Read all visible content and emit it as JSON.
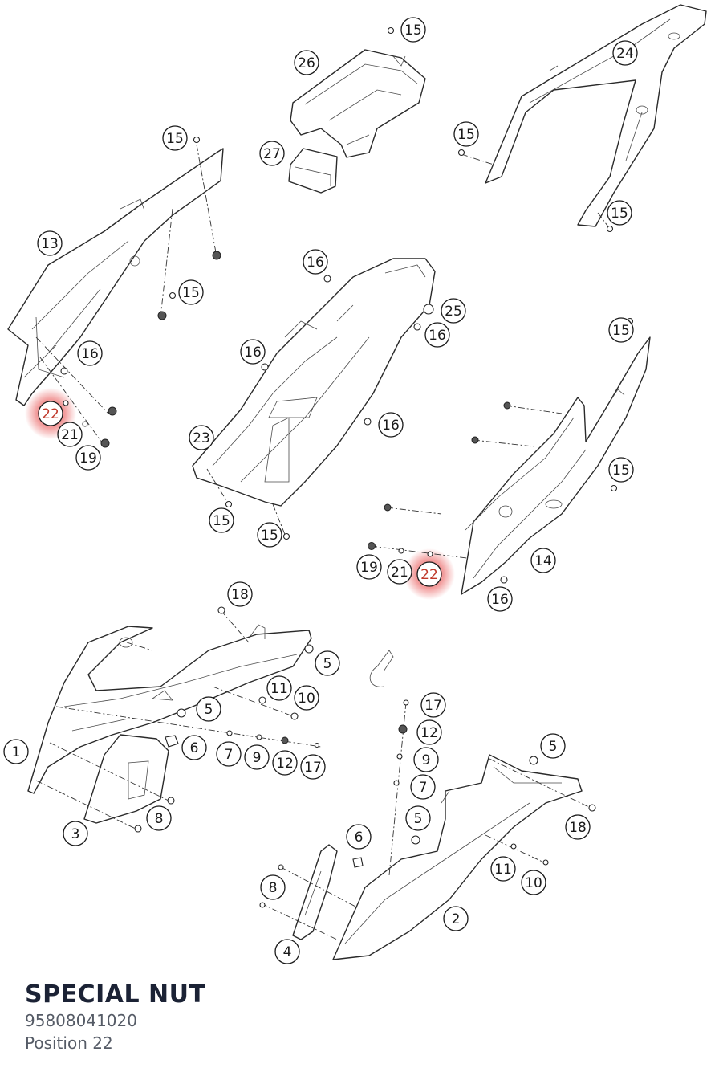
{
  "part": {
    "name": "SPECIAL NUT",
    "number": "95808041020",
    "position_label": "Position",
    "position_value": "22"
  },
  "highlight_color": "#e74c4c",
  "callouts": [
    {
      "label": "15"
    },
    {
      "label": "26"
    },
    {
      "label": "27"
    },
    {
      "label": "24"
    },
    {
      "label": "15"
    },
    {
      "label": "15"
    },
    {
      "label": "15"
    },
    {
      "label": "13"
    },
    {
      "label": "15"
    },
    {
      "label": "16"
    },
    {
      "label": "25"
    },
    {
      "label": "16"
    },
    {
      "label": "16"
    },
    {
      "label": "22",
      "highlighted": true
    },
    {
      "label": "21"
    },
    {
      "label": "19"
    },
    {
      "label": "16"
    },
    {
      "label": "15"
    },
    {
      "label": "16"
    },
    {
      "label": "23"
    },
    {
      "label": "15"
    },
    {
      "label": "15"
    },
    {
      "label": "15"
    },
    {
      "label": "14"
    },
    {
      "label": "19"
    },
    {
      "label": "21"
    },
    {
      "label": "22",
      "highlighted": true
    },
    {
      "label": "16"
    },
    {
      "label": "18"
    },
    {
      "label": "5"
    },
    {
      "label": "11"
    },
    {
      "label": "10"
    },
    {
      "label": "5"
    },
    {
      "label": "1"
    },
    {
      "label": "6"
    },
    {
      "label": "7"
    },
    {
      "label": "9"
    },
    {
      "label": "12"
    },
    {
      "label": "17"
    },
    {
      "label": "3"
    },
    {
      "label": "8"
    },
    {
      "label": "17"
    },
    {
      "label": "12"
    },
    {
      "label": "9"
    },
    {
      "label": "7"
    },
    {
      "label": "5"
    },
    {
      "label": "5"
    },
    {
      "label": "6"
    },
    {
      "label": "18"
    },
    {
      "label": "8"
    },
    {
      "label": "11"
    },
    {
      "label": "10"
    },
    {
      "label": "2"
    },
    {
      "label": "4"
    }
  ]
}
